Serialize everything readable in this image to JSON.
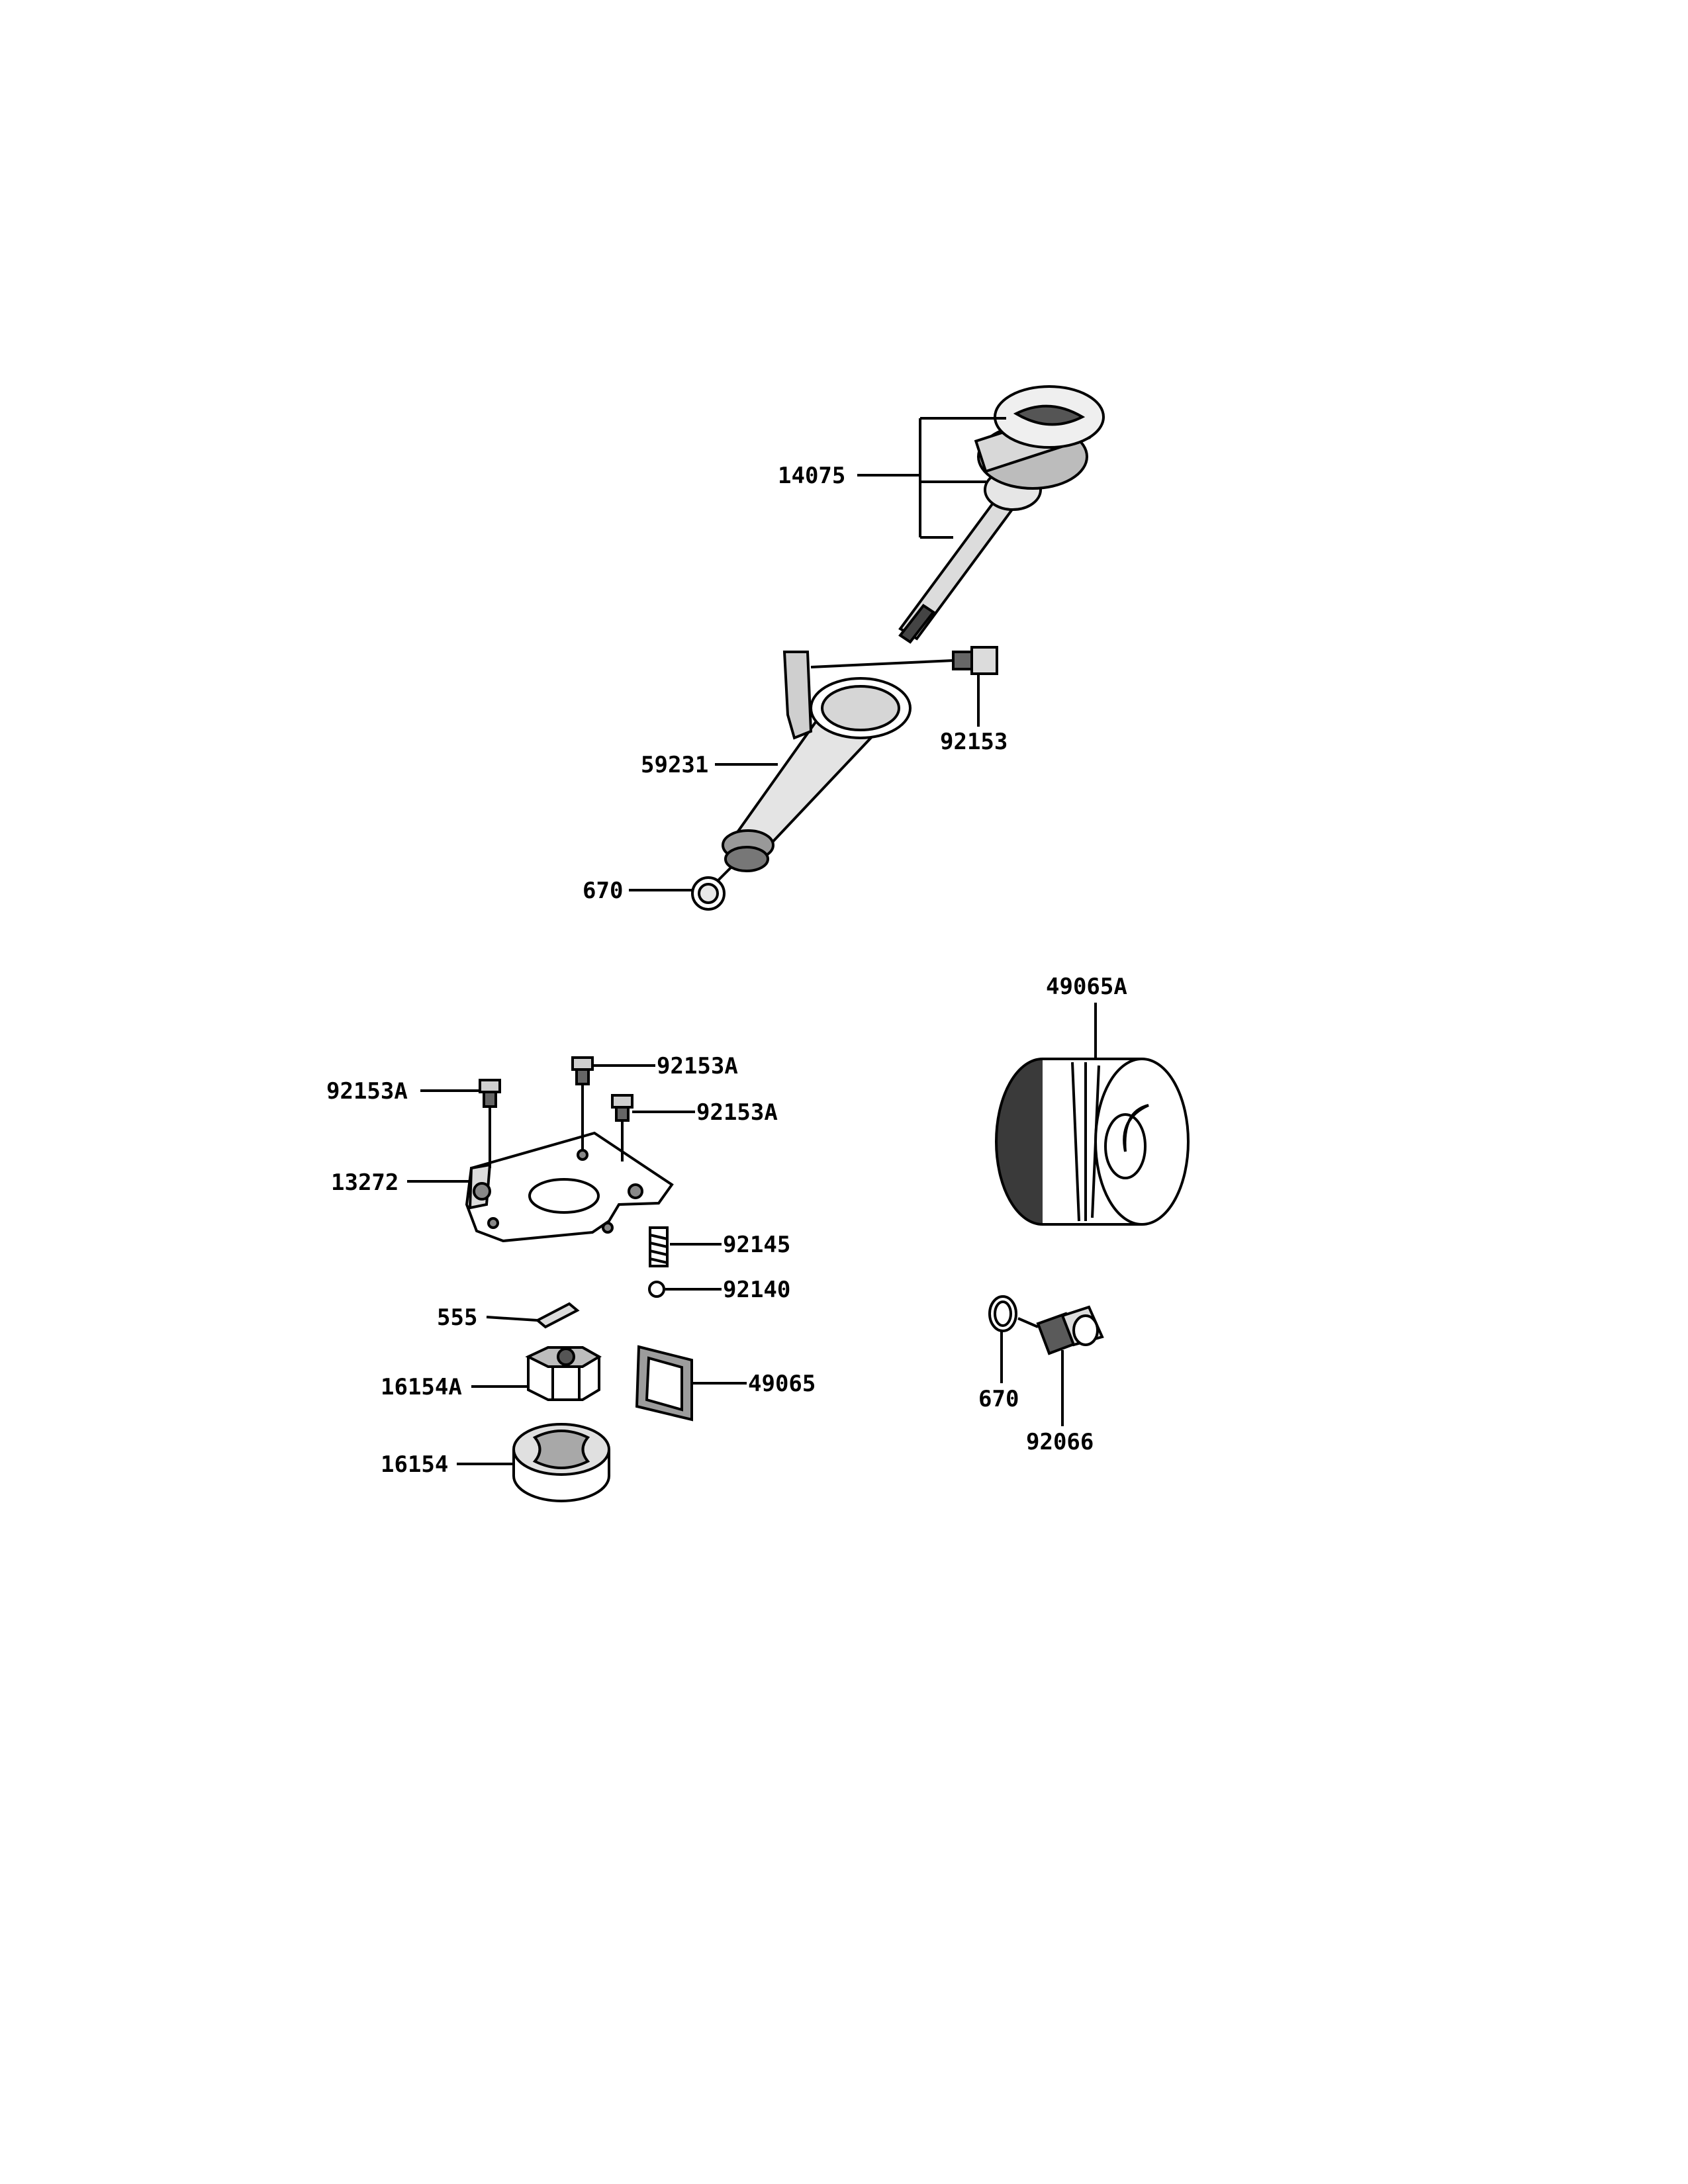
{
  "diagram": {
    "labels": {
      "p14075": "14075",
      "p92153": "92153",
      "p59231": "59231",
      "p670_top": "670",
      "p49065A": "49065A",
      "p92153A_1": "92153A",
      "p92153A_2": "92153A",
      "p92153A_3": "92153A",
      "p13272": "13272",
      "p92145": "92145",
      "p92140": "92140",
      "p555": "555",
      "p16154A": "16154A",
      "p49065": "49065",
      "p16154": "16154",
      "p670_bottom": "670",
      "p92066": "92066"
    }
  },
  "colors": {
    "ink": "#000000",
    "paper": "#ffffff",
    "shade": "#cfcfcf"
  }
}
